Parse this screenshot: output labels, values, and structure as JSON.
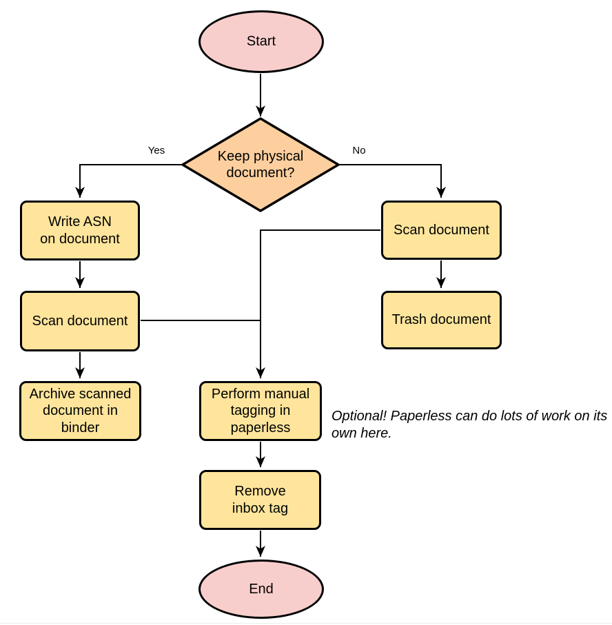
{
  "diagram": {
    "type": "flowchart",
    "colors": {
      "terminator_fill": "#F8CECC",
      "decision_fill": "#FDCF9E",
      "process_fill": "#FFE59C",
      "stroke": "#000000",
      "background": "#FFFFFF"
    },
    "nodes": {
      "start": {
        "shape": "terminator",
        "label": "Start"
      },
      "decision": {
        "shape": "decision",
        "label": "Keep physical\ndocument?"
      },
      "write_asn": {
        "shape": "process",
        "label": "Write ASN\non document"
      },
      "scan_left": {
        "shape": "process",
        "label": "Scan document"
      },
      "archive": {
        "shape": "process",
        "label": "Archive scanned\ndocument in\nbinder"
      },
      "scan_right": {
        "shape": "process",
        "label": "Scan document"
      },
      "trash": {
        "shape": "process",
        "label": "Trash document"
      },
      "tagging": {
        "shape": "process",
        "label": "Perform manual\ntagging in\npaperless"
      },
      "remove": {
        "shape": "process",
        "label": "Remove\ninbox tag"
      },
      "end": {
        "shape": "terminator",
        "label": "End"
      }
    },
    "edge_labels": {
      "yes": "Yes",
      "no": "No"
    },
    "edges": [
      {
        "from": "start",
        "to": "decision"
      },
      {
        "from": "decision",
        "to": "write_asn",
        "label": "Yes"
      },
      {
        "from": "decision",
        "to": "scan_right",
        "label": "No"
      },
      {
        "from": "write_asn",
        "to": "scan_left"
      },
      {
        "from": "scan_left",
        "to": "archive"
      },
      {
        "from": "scan_left",
        "to": "tagging"
      },
      {
        "from": "scan_right",
        "to": "trash"
      },
      {
        "from": "scan_right",
        "to": "tagging"
      },
      {
        "from": "tagging",
        "to": "remove"
      },
      {
        "from": "remove",
        "to": "end"
      }
    ],
    "annotation": {
      "text": "Optional! Paperless can do lots of work on its own here."
    }
  }
}
